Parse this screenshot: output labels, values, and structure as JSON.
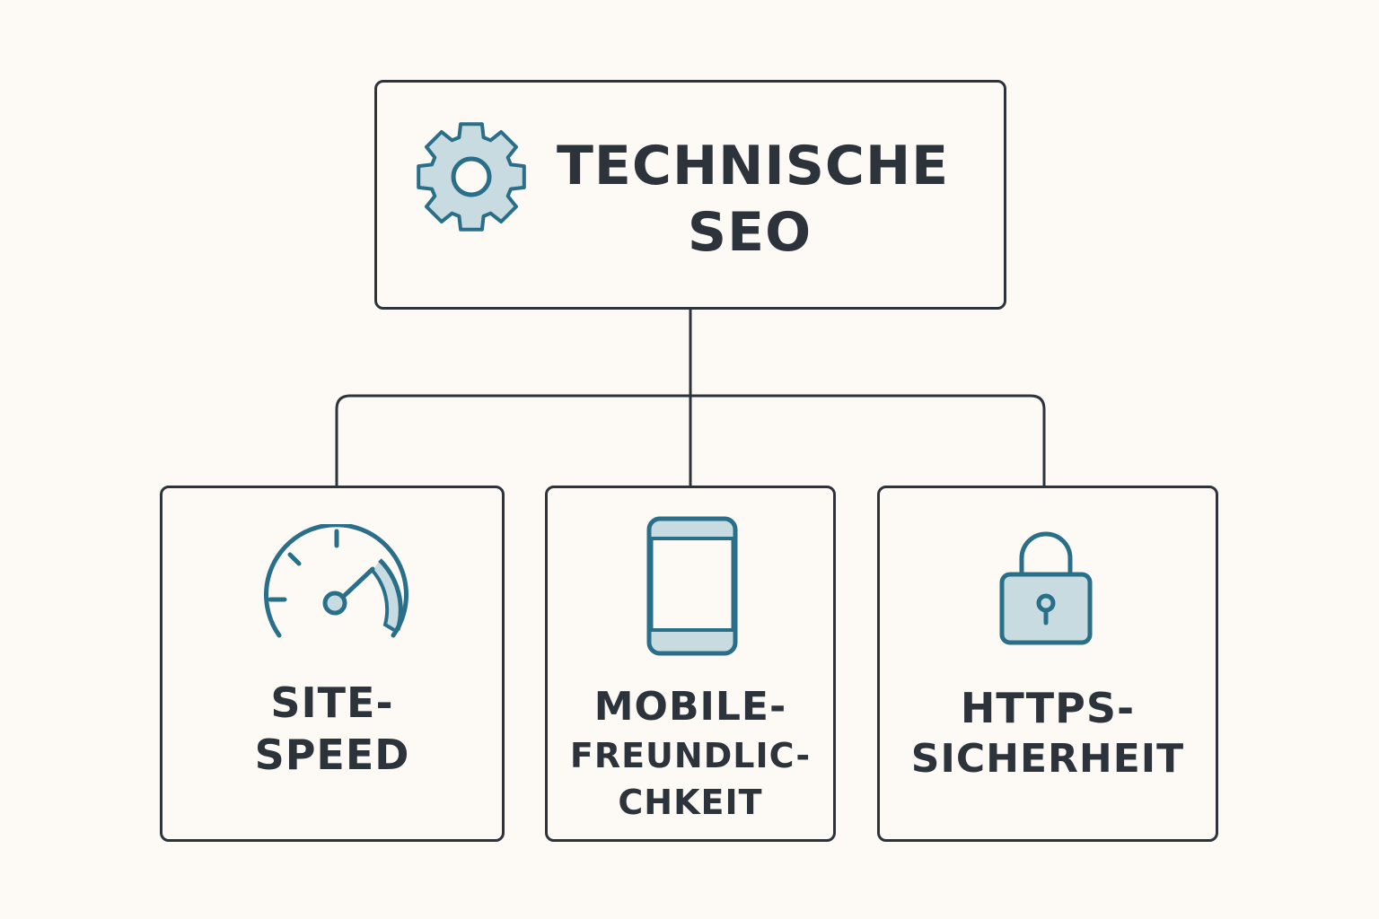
{
  "root": {
    "title_line1": "TECHNISCHE",
    "title_line2": "SEO",
    "icon": "gear-icon"
  },
  "children": [
    {
      "lines": [
        "SITE-",
        "SPEED"
      ],
      "icon": "speedometer-icon"
    },
    {
      "lines": [
        "MOBILE-",
        "FREUNDLIC-",
        "CHKEIT"
      ],
      "icon": "smartphone-icon"
    },
    {
      "lines": [
        "HTTPS-",
        "SICHERHEIT"
      ],
      "icon": "padlock-icon"
    }
  ],
  "colors": {
    "accent": "#2a6f8a",
    "accent_fill": "#c8dbe0",
    "text": "#2d333b",
    "background": "#fdfaf5"
  }
}
